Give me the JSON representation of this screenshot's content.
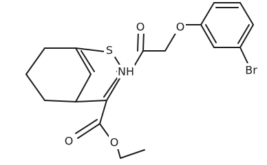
{
  "atoms": {
    "sulfur": "S",
    "amide_nitrogen": "NH",
    "amide_oxygen": "O",
    "ether_oxygen": "O",
    "bromine": "Br",
    "ester_carbonyl_oxygen": "O",
    "ester_alkoxy_oxygen": "O"
  },
  "colors": {
    "bond": "#1c1c1c",
    "label": "#1c1c1c",
    "background": "#ffffff"
  }
}
